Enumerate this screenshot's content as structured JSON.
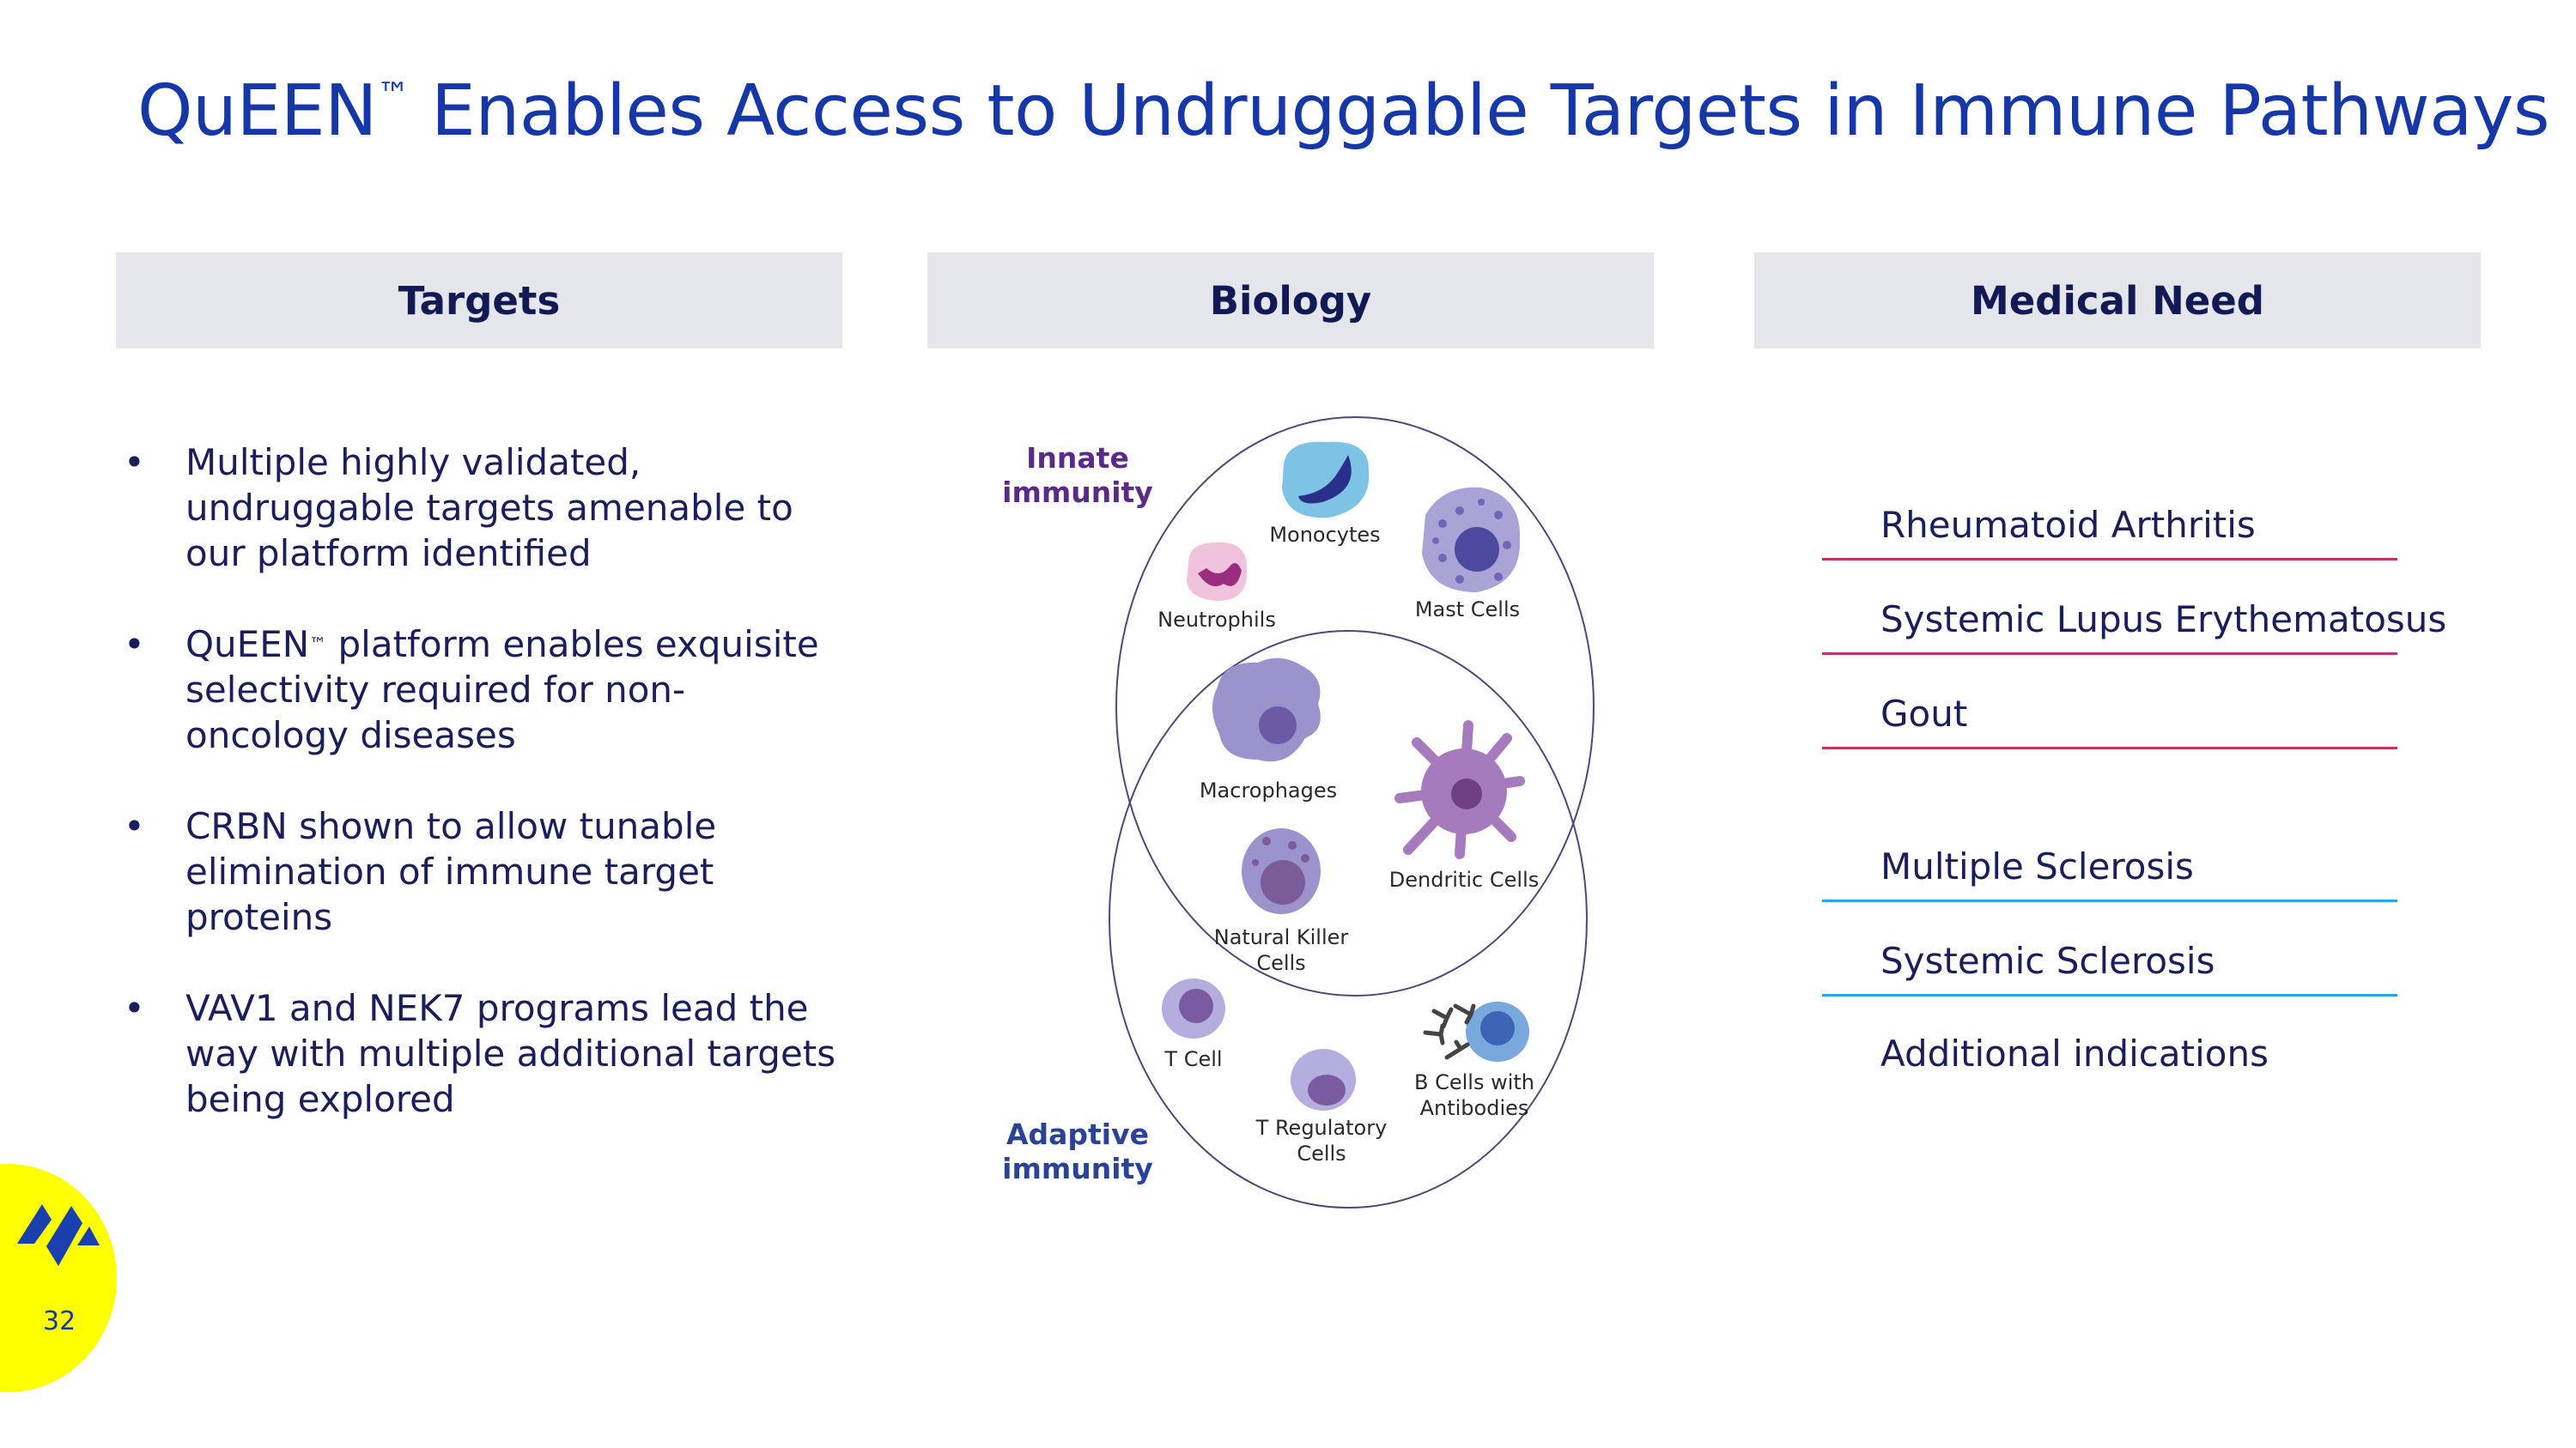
{
  "title": {
    "prefix": "QuEEN",
    "tm": "™",
    "rest": " Enables Access to Undruggable Targets in Immune Pathways"
  },
  "columns": {
    "targets": "Targets",
    "biology": "Biology",
    "medical_need": "Medical Need"
  },
  "targets": {
    "bullets": [
      {
        "text": "Multiple highly validated, undruggable targets amenable to our platform identified"
      },
      {
        "pre": "QuEEN",
        "tm": "™",
        "text": " platform enables exquisite selectivity required for non-oncology diseases"
      },
      {
        "text": "CRBN shown to allow tunable elimination of immune target proteins"
      },
      {
        "text": "VAV1 and NEK7 programs lead the way with multiple additional targets being explored"
      }
    ],
    "bullet_char": "•"
  },
  "biology": {
    "innate_label": [
      "Innate",
      "immunity"
    ],
    "adaptive_label": [
      "Adaptive",
      "immunity"
    ],
    "cells": {
      "monocytes": [
        "Monocytes"
      ],
      "neutrophils": [
        "Neutrophils"
      ],
      "mast": [
        "Mast Cells"
      ],
      "macrophages": [
        "Macrophages"
      ],
      "dendritic": [
        "Dendritic Cells"
      ],
      "nk": [
        "Natural Killer",
        "Cells"
      ],
      "tcell": [
        "T Cell"
      ],
      "treg": [
        "T Regulatory",
        "Cells"
      ],
      "bcell": [
        "B Cells with",
        "Antibodies"
      ]
    }
  },
  "medical_need": {
    "items": [
      {
        "label": "Rheumatoid Arthritis",
        "group": "red"
      },
      {
        "label": "Systemic Lupus Erythematosus",
        "group": "red"
      },
      {
        "label": "Gout",
        "group": "red"
      },
      {
        "label": "Multiple Sclerosis",
        "group": "blue"
      },
      {
        "label": "Systemic Sclerosis",
        "group": "blue"
      },
      {
        "label": "Additional indications",
        "group": "none"
      }
    ]
  },
  "footer": {
    "page_number": "32"
  },
  "colors": {
    "title": "#1537a8",
    "logo_bg": "#ffff00",
    "red_line": "#c1316a",
    "blue_line": "#25a8df"
  }
}
